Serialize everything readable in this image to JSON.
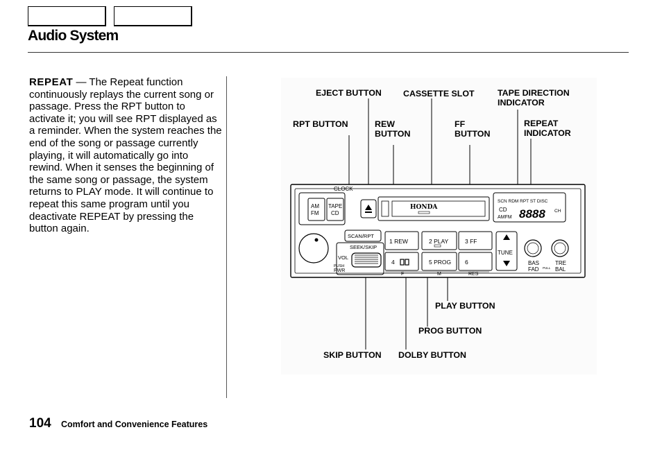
{
  "page": {
    "title": "Audio System",
    "number": "104",
    "section": "Comfort and Convenience Features"
  },
  "body": {
    "term": "REPEAT",
    "text": " — The Repeat function continuously replays the current song or passage. Press the RPT button to activate it; you will see RPT displayed as a reminder. When the system reaches the end of the song or passage currently playing, it will automatically go into rewind. When it senses the beginning of the same song or passage, the system returns to PLAY mode. It will continue to repeat this same program until you deactivate REPEAT by pressing the button again."
  },
  "callouts": {
    "eject": "EJECT BUTTON",
    "cassette": "CASSETTE SLOT",
    "tape_dir_1": "TAPE DIRECTION",
    "tape_dir_2": "INDICATOR",
    "rpt": "RPT BUTTON",
    "rew_1": "REW",
    "rew_2": "BUTTON",
    "ff_1": "FF",
    "ff_2": "BUTTON",
    "repeat_ind_1": "REPEAT",
    "repeat_ind_2": "INDICATOR",
    "play": "PLAY BUTTON",
    "prog": "PROG BUTTON",
    "skip": "SKIP BUTTON",
    "dolby": "DOLBY BUTTON"
  },
  "radio": {
    "clock": "CLOCK",
    "am": "AM",
    "fm": "FM",
    "tape": "TAPE",
    "cd": "CD",
    "brand": "HONDA",
    "display_row1": "SCN RDM RPT ST DISC",
    "display_cd": "CD",
    "display_amfm": "AMFM",
    "display_digits": "8888",
    "display_ch": "CH",
    "scan_rpt": "SCAN/RPT",
    "seek_skip": "SEEK/SKIP",
    "vol": "VOL",
    "push": "PUSH",
    "pwr": "PWR",
    "preset1": "1 REW",
    "preset2": "2 PLAY",
    "preset3": "3   FF",
    "preset4": "4",
    "preset5": "5 PROG",
    "preset6": "6",
    "tune": "TUNE",
    "bas_fad_1": "BAS",
    "bas_fad_2": "FAD",
    "pull": "PULL",
    "tre_bal_1": "TRE",
    "tre_bal_2": "BAL",
    "scale_f": "F",
    "scale_m": "M",
    "scale_res": "RES"
  },
  "icons": [
    "eject-icon",
    "up-arrow-icon",
    "down-arrow-icon",
    "dolby-icon"
  ]
}
